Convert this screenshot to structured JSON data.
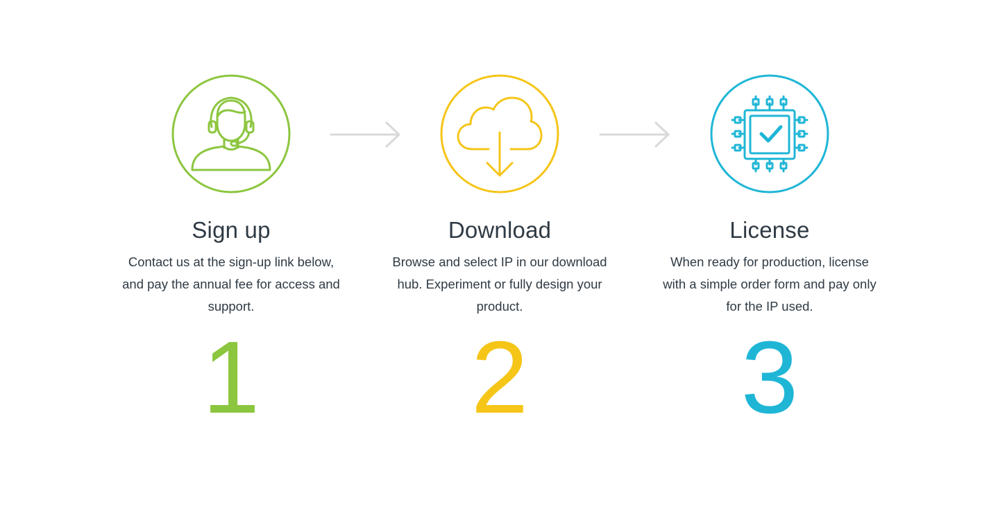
{
  "colors": {
    "green": "#8cc63f",
    "yellow": "#f5c518",
    "cyan": "#1fb6d6",
    "arrow": "#d9d9d9",
    "text": "#2f3a44"
  },
  "steps": [
    {
      "icon": "headset-support-icon",
      "title": "Sign up",
      "description": "Contact us at the sign-up link below, and pay the annual fee for access and support.",
      "number": "1"
    },
    {
      "icon": "cloud-download-icon",
      "title": "Download",
      "description": "Browse and select IP in our download hub. Experiment or fully design your product.",
      "number": "2"
    },
    {
      "icon": "chip-check-icon",
      "title": "License",
      "description": "When ready for production, license with a simple order form and pay only for the IP used.",
      "number": "3"
    }
  ],
  "arrows": [
    "arrow-right-icon",
    "arrow-right-icon"
  ]
}
